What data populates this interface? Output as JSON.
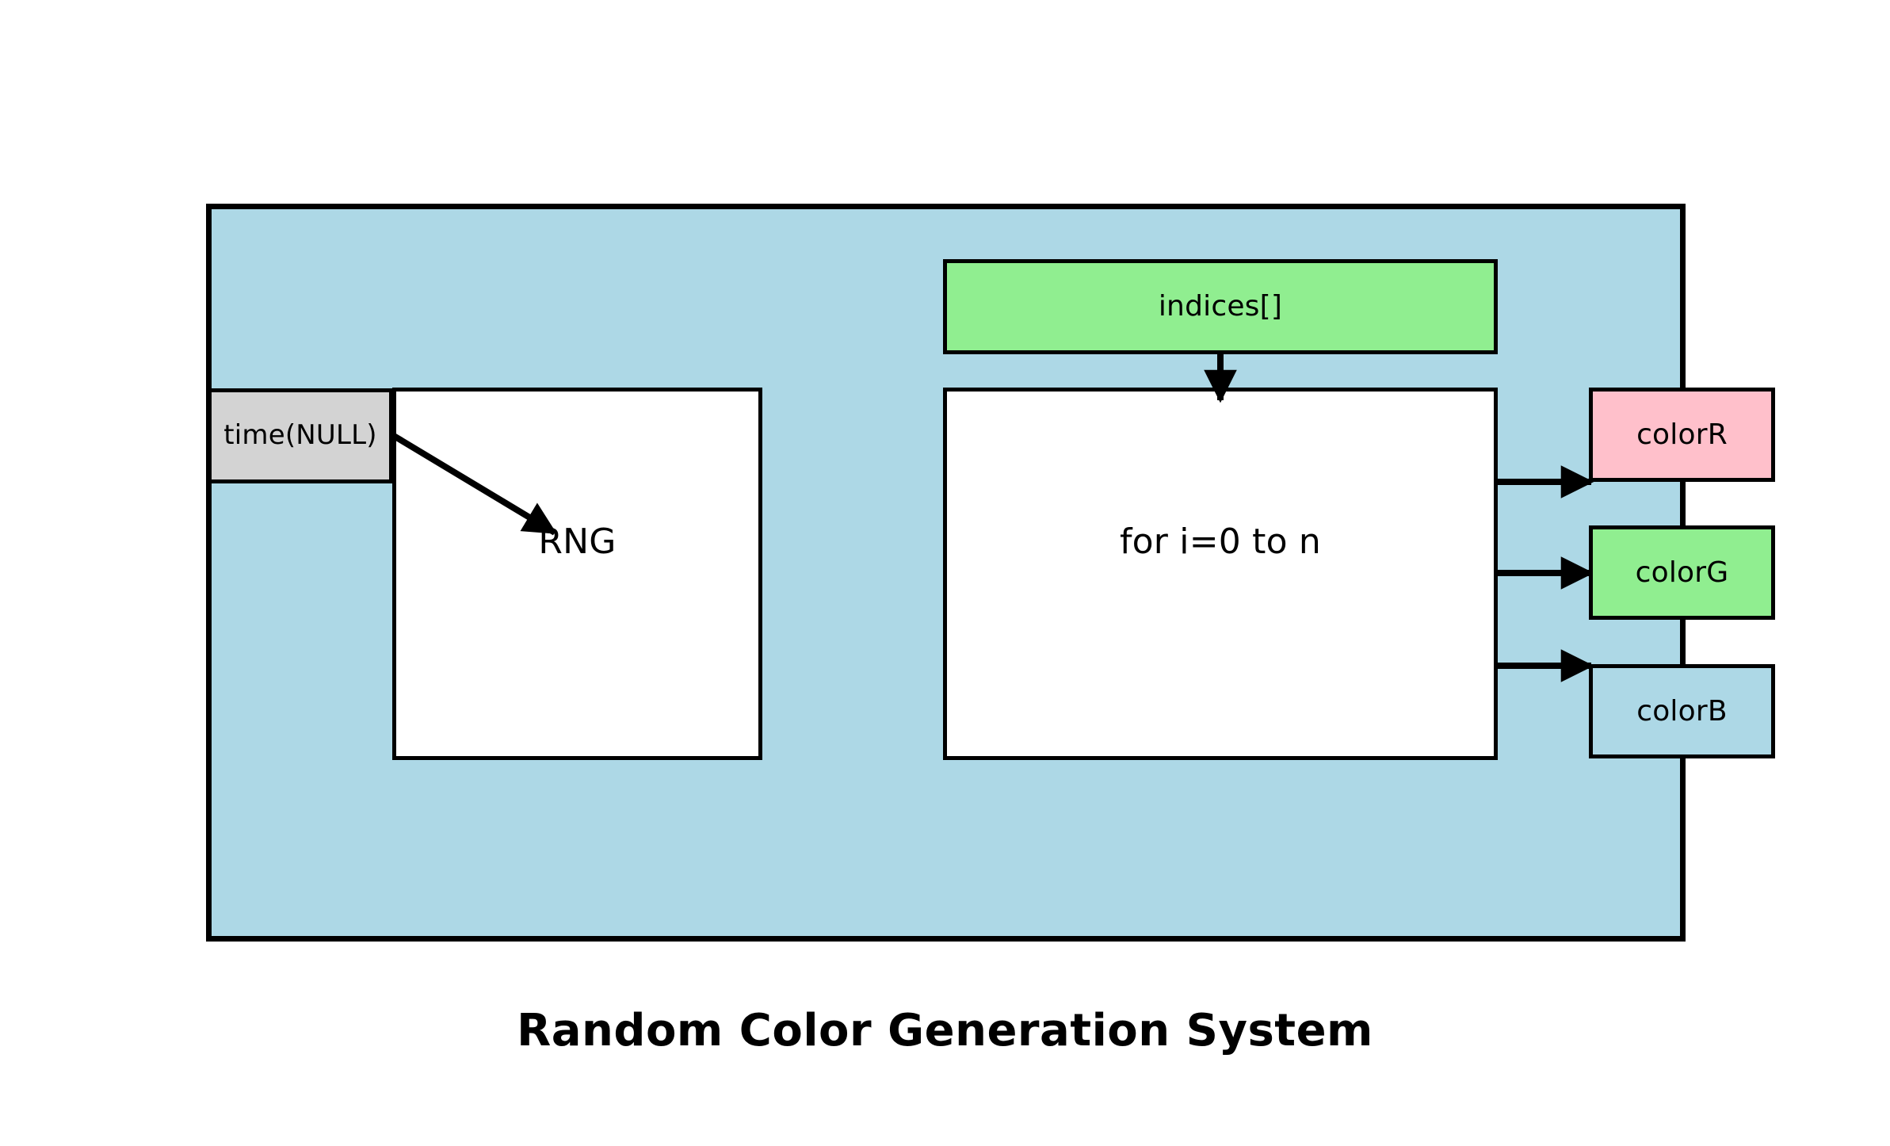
{
  "diagram": {
    "title": "Random Color Generation System",
    "system_container": {
      "label": "",
      "fill": "#ADD8E6"
    },
    "nodes": {
      "time_seed": {
        "label": "time(NULL)",
        "fill": "#D3D3D3"
      },
      "rng": {
        "label": "RNG",
        "fill": "#FFFFFF"
      },
      "indices": {
        "label": "indices[]",
        "fill": "#90EE90"
      },
      "loop": {
        "label": "for i=0 to n",
        "fill": "#FFFFFF"
      },
      "color_r": {
        "label": "colorR",
        "fill": "#FFC0CB"
      },
      "color_g": {
        "label": "colorG",
        "fill": "#90EE90"
      },
      "color_b": {
        "label": "colorB",
        "fill": "#ADD8E6"
      }
    },
    "edges": [
      {
        "from": "time_seed",
        "to": "rng",
        "style": "diagonal-arrow"
      },
      {
        "from": "indices",
        "to": "loop",
        "style": "vertical-arrow"
      },
      {
        "from": "loop",
        "to": "color_r",
        "style": "horizontal-arrow"
      },
      {
        "from": "loop",
        "to": "color_g",
        "style": "horizontal-arrow"
      },
      {
        "from": "loop",
        "to": "color_b",
        "style": "horizontal-arrow"
      }
    ],
    "colors": {
      "stroke": "#000000",
      "system_fill": "#ADD8E6",
      "green_fill": "#90EE90",
      "pink_fill": "#FFC0CB",
      "gray_fill": "#D3D3D3",
      "white_fill": "#FFFFFF",
      "background": "#FFFFFF"
    }
  }
}
